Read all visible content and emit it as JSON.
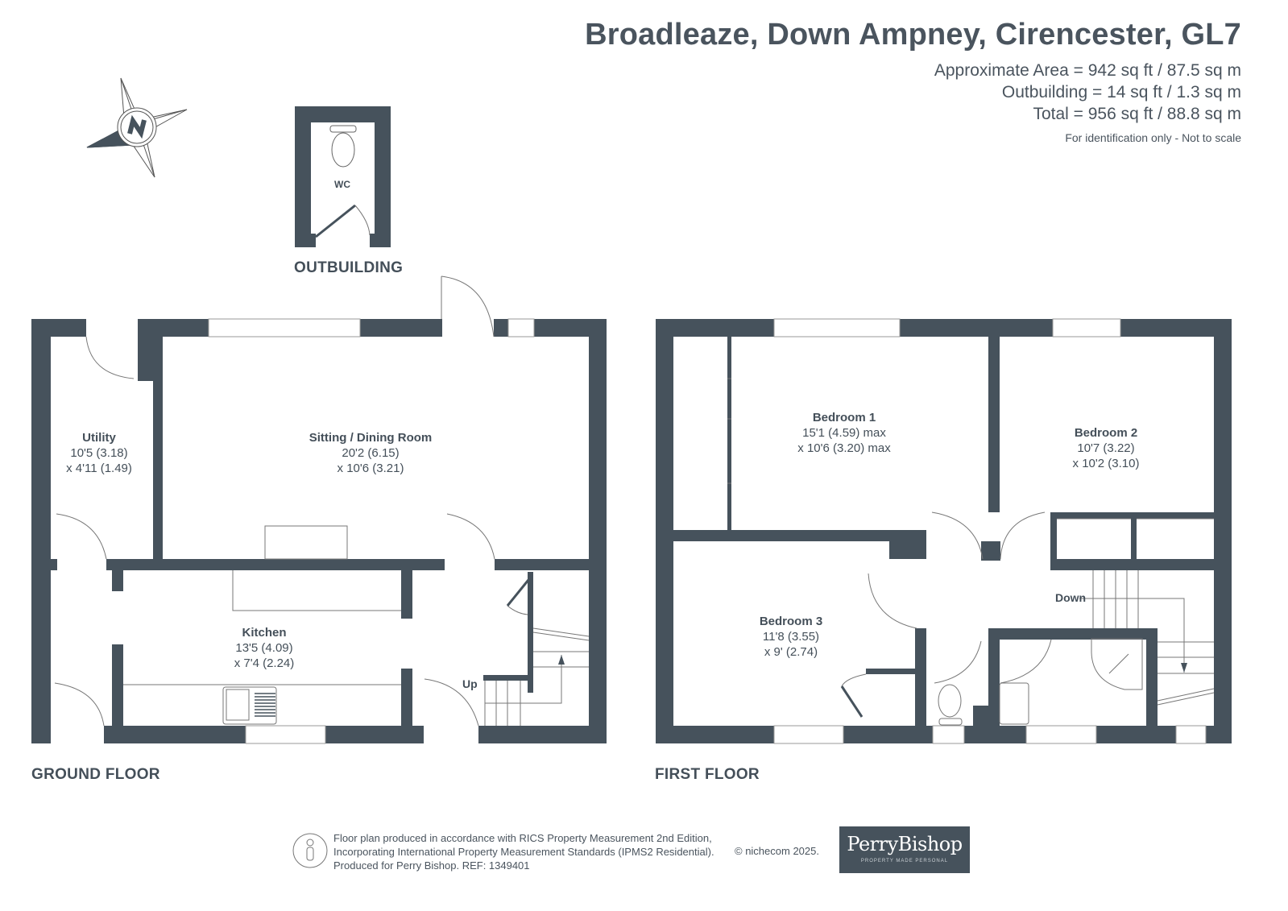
{
  "header": {
    "title": "Broadleaze, Down Ampney, Cirencester, GL7",
    "areas": [
      "Approximate Area = 942 sq ft / 87.5 sq m",
      "Outbuilding = 14 sq ft / 1.3 sq m",
      "Total = 956 sq ft / 88.8 sq m"
    ],
    "disclaimer": "For identification only - Not to scale"
  },
  "compass": {
    "label": "N"
  },
  "outbuilding": {
    "label": "OUTBUILDING",
    "rooms": [
      {
        "name": "WC"
      }
    ]
  },
  "ground_floor": {
    "label": "GROUND FLOOR",
    "rooms": [
      {
        "name": "Utility",
        "dim1": "10'5 (3.18)",
        "dim2": "x 4'11 (1.49)"
      },
      {
        "name": "Sitting / Dining Room",
        "dim1": "20'2 (6.15)",
        "dim2": "x 10'6 (3.21)"
      },
      {
        "name": "Kitchen",
        "dim1": "13'5 (4.09)",
        "dim2": "x 7'4 (2.24)"
      }
    ],
    "stairs_label": "Up"
  },
  "first_floor": {
    "label": "FIRST FLOOR",
    "rooms": [
      {
        "name": "Bedroom 1",
        "dim1": "15'1 (4.59) max",
        "dim2": "x 10'6 (3.20) max"
      },
      {
        "name": "Bedroom 2",
        "dim1": "10'7 (3.22)",
        "dim2": "x 10'2 (3.10)"
      },
      {
        "name": "Bedroom 3",
        "dim1": "11'8 (3.55)",
        "dim2": "x 9' (2.74)"
      }
    ],
    "stairs_label": "Down"
  },
  "footer": {
    "lines": [
      "Floor plan produced in accordance with RICS Property Measurement 2nd Edition,",
      "Incorporating International Property Measurement Standards (IPMS2 Residential).",
      "Produced for Perry Bishop.   REF: 1349401"
    ],
    "copyright": "© nichecom 2025.",
    "logo_brand": "PerryBishop",
    "logo_tagline": "PROPERTY MADE PERSONAL"
  },
  "colors": {
    "wall": "#46525c",
    "text": "#444f59",
    "background": "#ffffff"
  }
}
